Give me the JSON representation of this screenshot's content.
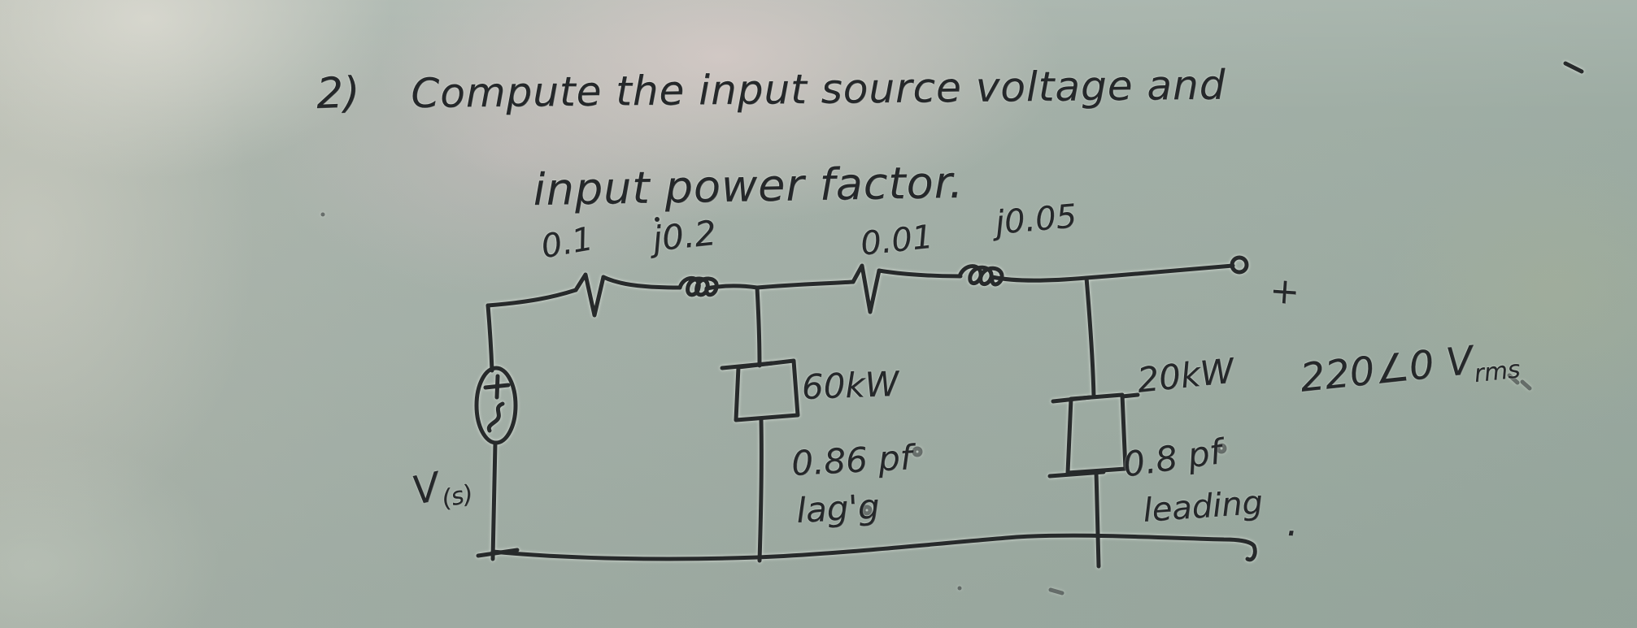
{
  "problem": {
    "number": "2)",
    "line1": "Compute the input source voltage and",
    "line2": "input power factor."
  },
  "source": {
    "label": "V",
    "label_sub": "(s)"
  },
  "impedances": {
    "r1": "0.1",
    "x1": "j0.2",
    "r2": "0.01",
    "x2": "j0.05"
  },
  "load1": {
    "power": "60kW",
    "pf": "0.86 pf",
    "mode": "lag'g"
  },
  "load2": {
    "power": "20kW",
    "pf": "0.8 pf",
    "mode": "leading",
    "period": "."
  },
  "terminal": {
    "plus": "+",
    "voltage": "220∠0 V",
    "voltage_sub": "rms"
  },
  "colors": {
    "ink": "#272a2b",
    "board": "#a4b0a8",
    "glare": "#d8cbc8"
  }
}
